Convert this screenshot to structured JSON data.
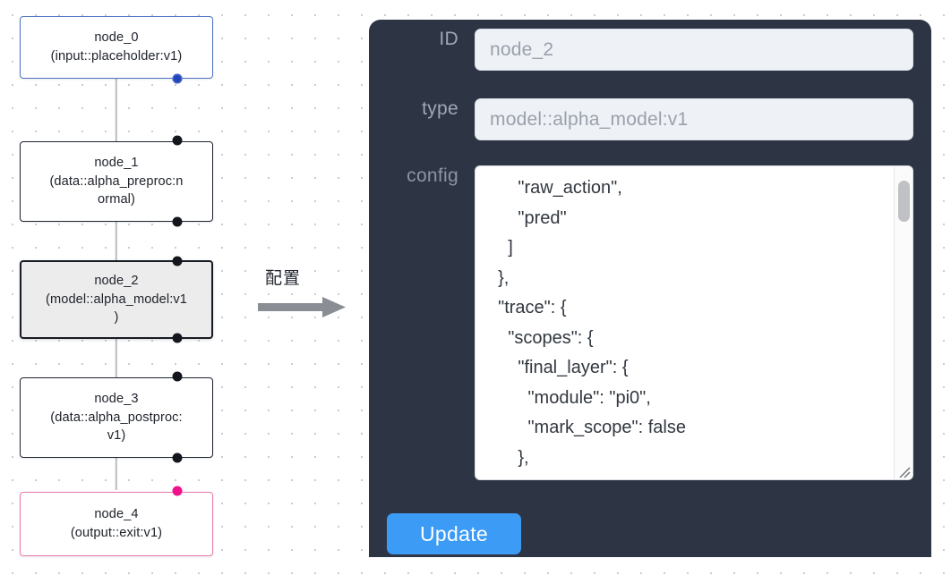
{
  "graph": {
    "nodes": [
      {
        "id": "node_0",
        "lines": [
          "node_0",
          "(input::placeholder:v1)"
        ],
        "kind": "input",
        "selected": false
      },
      {
        "id": "node_1",
        "lines": [
          "node_1",
          "(data::alpha_preproc:n",
          "ormal)"
        ],
        "kind": "default",
        "selected": false
      },
      {
        "id": "node_2",
        "lines": [
          "node_2",
          "(model::alpha_model:v1",
          ")"
        ],
        "kind": "default",
        "selected": true
      },
      {
        "id": "node_3",
        "lines": [
          "node_3",
          "(data::alpha_postproc:",
          "v1)"
        ],
        "kind": "default",
        "selected": false
      },
      {
        "id": "node_4",
        "lines": [
          "node_4",
          "(output::exit:v1)"
        ],
        "kind": "output",
        "selected": false
      }
    ],
    "colors": {
      "input_border": "#4d73c3",
      "output_border": "#e879ab",
      "default_border": "#1f2430",
      "selected_fill": "#ececec",
      "edge": "#b9bcc2",
      "handle": "#13161d",
      "handle_input": "#1f46b8",
      "handle_output": "#f2118b",
      "grid_dot": "#c9ccd1"
    }
  },
  "connector": {
    "label": "配置",
    "arrow_icon": "right-arrow-icon",
    "arrow_color": "#8a8d93"
  },
  "panel": {
    "background": "#2d3444",
    "fields": [
      {
        "label": "ID",
        "value": "node_2"
      },
      {
        "label": "type",
        "value": "model::alpha_model:v1"
      }
    ],
    "config": {
      "label": "config",
      "text": "      \"raw_action\",\n      \"pred\"\n    ]\n  },\n  \"trace\": {\n    \"scopes\": {\n      \"final_layer\": {\n        \"module\": \"pi0\",\n        \"mark_scope\": false\n      },\n      \"action_model\": {",
      "scrollbar_icon": "vertical-scrollbar",
      "resize_icon": "resize-grip-icon"
    },
    "update_button": {
      "label": "Update",
      "color": "#3c9bf5"
    }
  }
}
